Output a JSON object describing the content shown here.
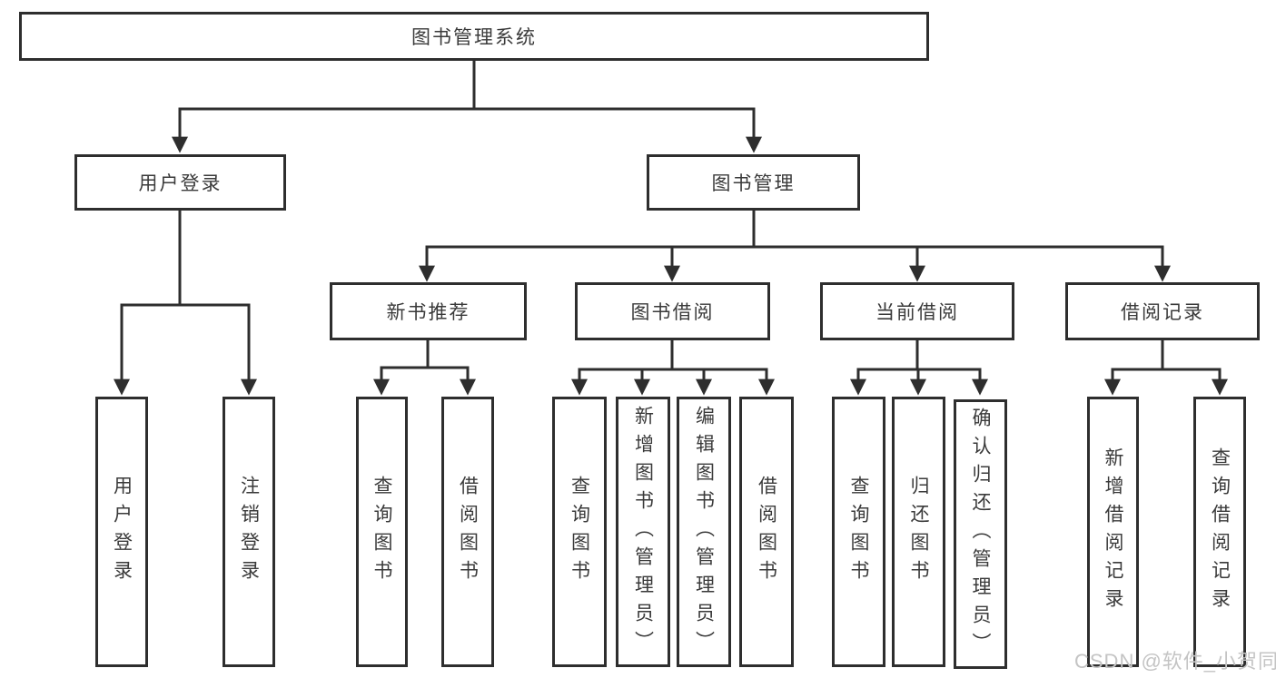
{
  "tree": {
    "label": "图书管理系统",
    "children": [
      {
        "label": "用户登录",
        "children": [
          {
            "label": "用户登录"
          },
          {
            "label": "注销登录"
          }
        ]
      },
      {
        "label": "图书管理",
        "children": [
          {
            "label": "新书推荐",
            "children": [
              {
                "label": "查询图书"
              },
              {
                "label": "借阅图书"
              }
            ]
          },
          {
            "label": "图书借阅",
            "children": [
              {
                "label": "查询图书"
              },
              {
                "label": "新增图书（管理员）"
              },
              {
                "label": "编辑图书（管理员）"
              },
              {
                "label": "借阅图书"
              }
            ]
          },
          {
            "label": "当前借阅",
            "children": [
              {
                "label": "查询图书"
              },
              {
                "label": "归还图书"
              },
              {
                "label": "确认归还（管理员）"
              }
            ]
          },
          {
            "label": "借阅记录",
            "children": [
              {
                "label": "新增借阅记录"
              },
              {
                "label": "查询借阅记录"
              }
            ]
          }
        ]
      }
    ]
  },
  "watermark": "CSDN @软件_小贺同学",
  "colors": {
    "line": "#2e2e2e",
    "text": "#3a3a3a",
    "box_background": "#ffffff",
    "watermark": "#c4c4c4",
    "page_background": "#ffffff"
  }
}
